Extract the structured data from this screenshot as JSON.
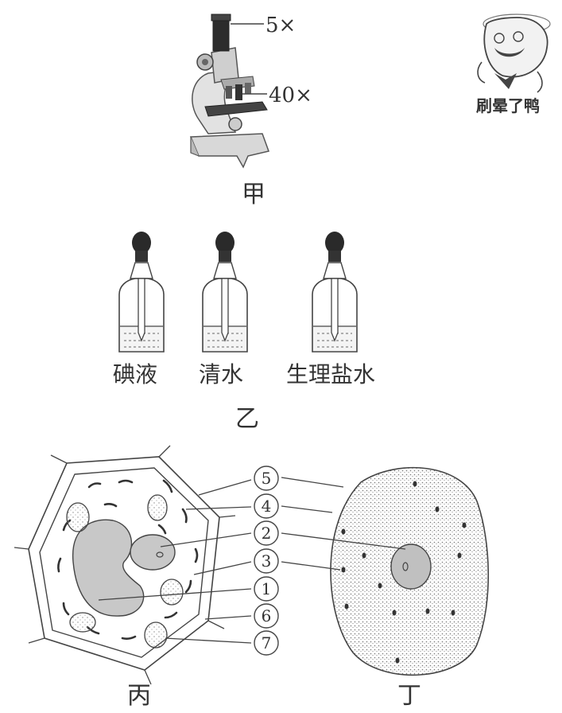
{
  "microscope": {
    "caption": "甲",
    "eyepiece_label": "5×",
    "objective_label": "40×"
  },
  "mascot": {
    "caption": "刷晕了鸭"
  },
  "bottles": {
    "caption": "乙",
    "items": [
      {
        "label": "碘液"
      },
      {
        "label": "清水"
      },
      {
        "label": "生理盐水"
      }
    ]
  },
  "plant_cell": {
    "caption": "丙",
    "markers": [
      "5",
      "4",
      "2",
      "3",
      "1",
      "6",
      "7"
    ]
  },
  "animal_cell": {
    "caption": "丁"
  }
}
